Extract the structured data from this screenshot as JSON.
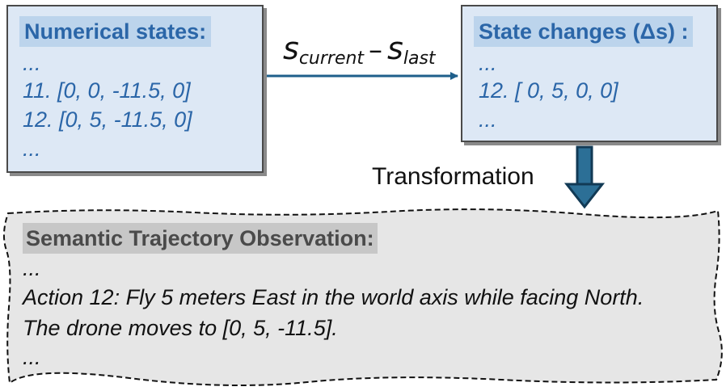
{
  "left_box": {
    "title": "Numerical states:",
    "lines": [
      "...",
      "11. [0, 0, -11.5, 0]",
      "12. [0, 5, -11.5, 0]",
      "..."
    ]
  },
  "right_box": {
    "title": "State changes (Δs) :",
    "lines": [
      "...",
      "12. [ 0, 5, 0, 0]",
      "..."
    ]
  },
  "formula": {
    "s1": "s",
    "sub1": "current",
    "op": "–",
    "s2": "s",
    "sub2": "last"
  },
  "transform_label": "Transformation",
  "bottom_box": {
    "title": "Semantic Trajectory Observation:",
    "lines": [
      "...",
      "Action 12: Fly 5 meters East in the world axis while facing North.",
      "The drone moves to [0, 5, -11.5].",
      "..."
    ]
  },
  "colors": {
    "box_fill": "#dde8f5",
    "header_fill": "#bcd4ec",
    "text_blue": "#2b66a8",
    "arrow": "#1f5f8b",
    "bottom_fill": "#e6e6e6"
  }
}
